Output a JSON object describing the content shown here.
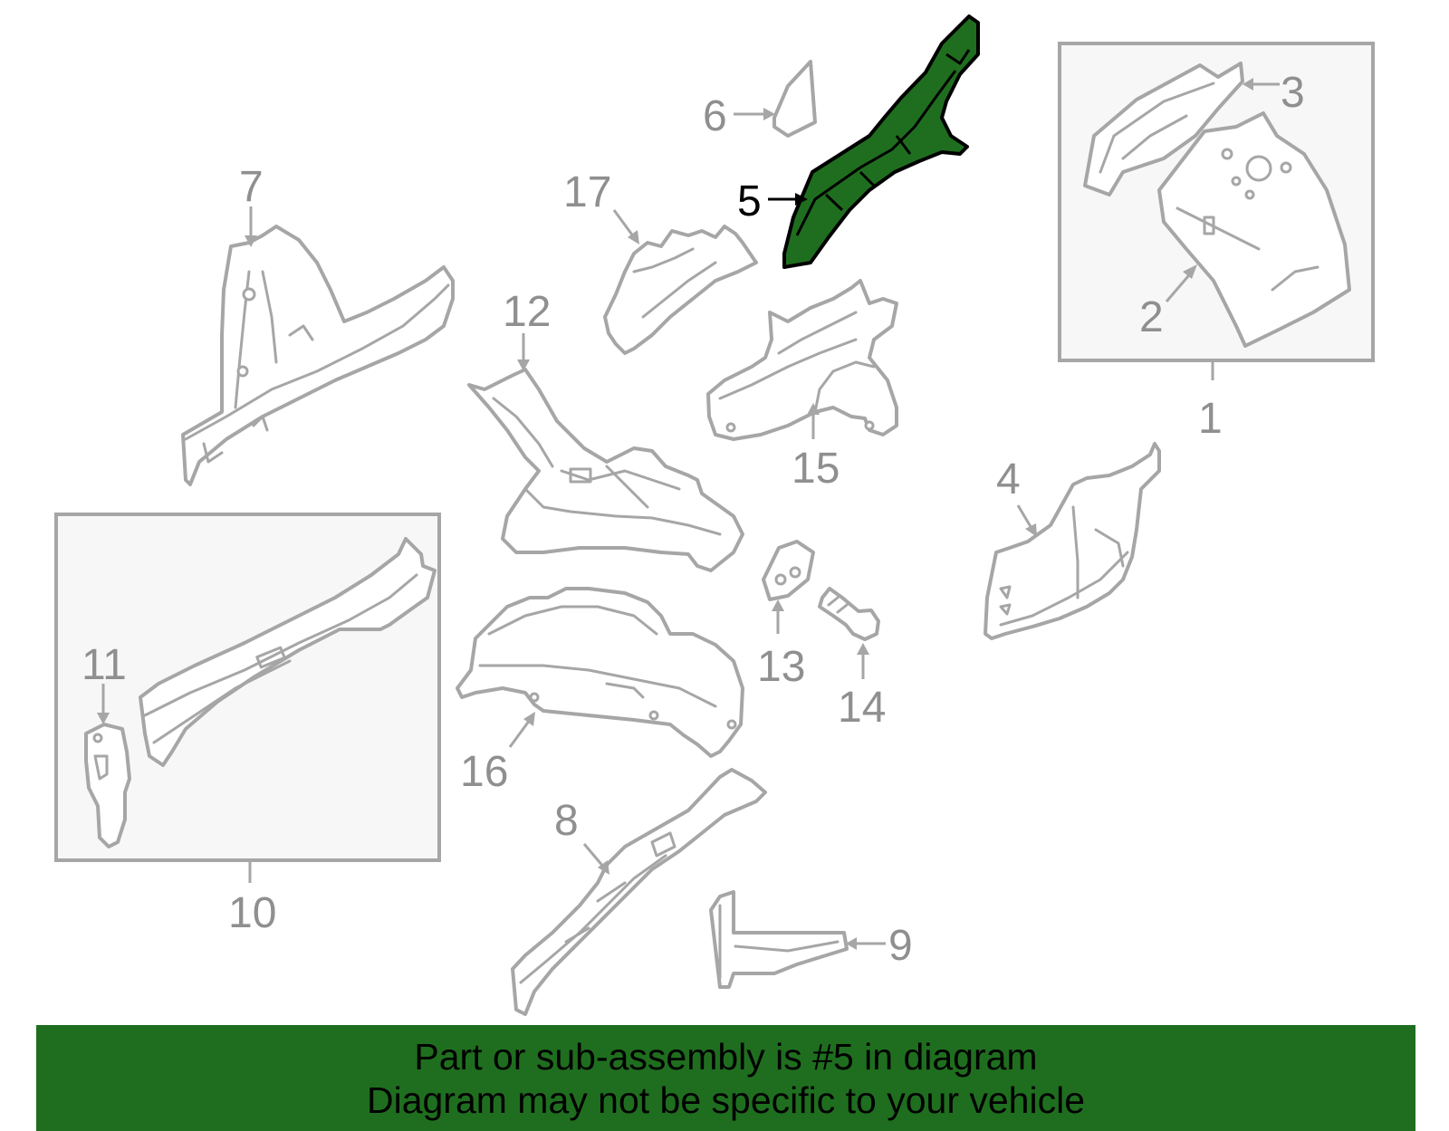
{
  "diagram": {
    "callouts": [
      {
        "id": "1",
        "label": "1"
      },
      {
        "id": "2",
        "label": "2"
      },
      {
        "id": "3",
        "label": "3"
      },
      {
        "id": "4",
        "label": "4"
      },
      {
        "id": "5",
        "label": "5",
        "highlighted": true
      },
      {
        "id": "6",
        "label": "6"
      },
      {
        "id": "7",
        "label": "7"
      },
      {
        "id": "8",
        "label": "8"
      },
      {
        "id": "9",
        "label": "9"
      },
      {
        "id": "10",
        "label": "10"
      },
      {
        "id": "11",
        "label": "11"
      },
      {
        "id": "12",
        "label": "12"
      },
      {
        "id": "13",
        "label": "13"
      },
      {
        "id": "14",
        "label": "14"
      },
      {
        "id": "15",
        "label": "15"
      },
      {
        "id": "16",
        "label": "16"
      },
      {
        "id": "17",
        "label": "17"
      }
    ],
    "highlight_color": "#1f6e1f",
    "outline_color": "#a6a6a6"
  },
  "banner": {
    "line1": "Part or sub-assembly is #5 in diagram",
    "line2": "Diagram may not be specific to your vehicle",
    "background": "#1f6e1f"
  }
}
